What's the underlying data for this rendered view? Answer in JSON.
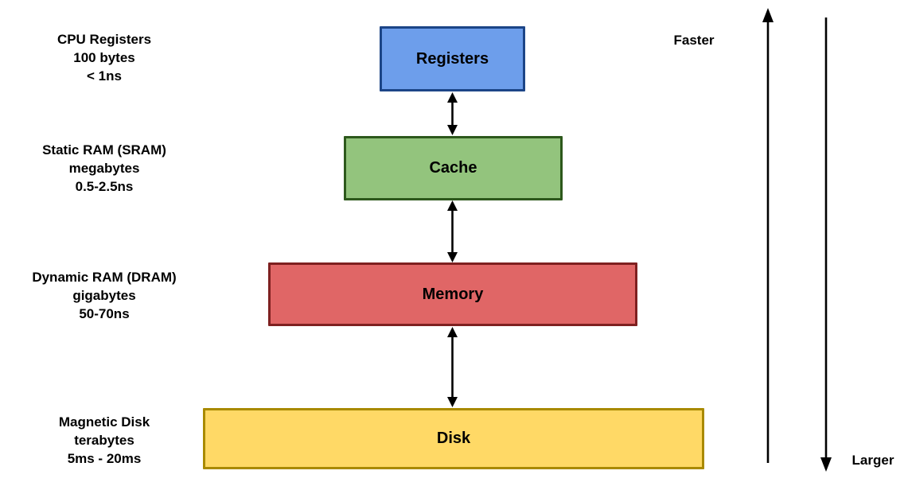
{
  "diagram": {
    "levels": [
      {
        "name": "registers",
        "box_label": "Registers",
        "fill": "#6d9eeb",
        "border": "#1c4587",
        "side_lines": [
          "CPU Registers",
          "100 bytes",
          "< 1ns"
        ]
      },
      {
        "name": "cache",
        "box_label": "Cache",
        "fill": "#93c47d",
        "border": "#2d581c",
        "side_lines": [
          "Static RAM (SRAM)",
          "megabytes",
          "0.5-2.5ns"
        ]
      },
      {
        "name": "memory",
        "box_label": "Memory",
        "fill": "#e06666",
        "border": "#7e2020",
        "side_lines": [
          "Dynamic RAM (DRAM)",
          "gigabytes",
          "50-70ns"
        ]
      },
      {
        "name": "disk",
        "box_label": "Disk",
        "fill": "#ffd966",
        "border": "#a98a00",
        "side_lines": [
          "Magnetic Disk",
          "terabytes",
          "5ms - 20ms"
        ]
      }
    ],
    "axis": {
      "faster_label": "Faster",
      "larger_label": "Larger"
    },
    "arrow_color": "#000000",
    "text_color": "#000000",
    "background": "#ffffff"
  }
}
